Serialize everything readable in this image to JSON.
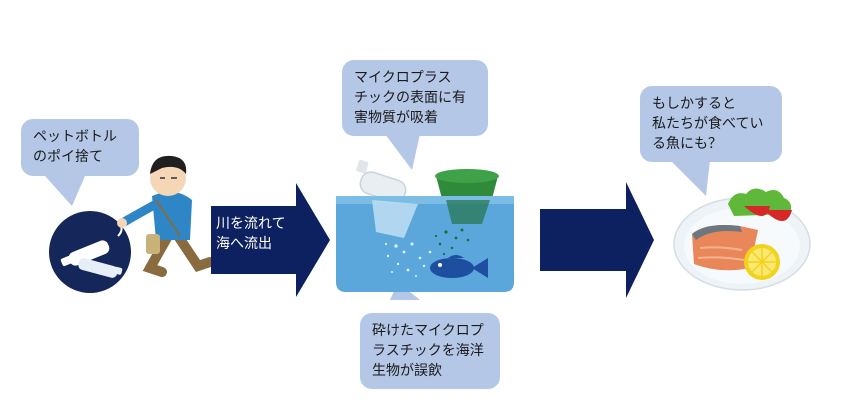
{
  "bubbles": {
    "litter": [
      "ペットボトル",
      "のポイ捨て"
    ],
    "adsorb": [
      "マイクロプラス",
      "チックの表面に有",
      "害物質が吸着"
    ],
    "ingest": [
      "砕けたマイクロプ",
      "ラスチックを海洋",
      "生物が誤飲"
    ],
    "eat": [
      "もしかすると",
      "私たちが食べてい",
      "る魚にも？"
    ]
  },
  "arrow_label": [
    "川を流れて",
    "海へ流出"
  ],
  "colors": {
    "arrow": "#0d2160",
    "bubble": "#b4c7e7",
    "water": "#5ba7dc",
    "circle": "#14265a"
  }
}
